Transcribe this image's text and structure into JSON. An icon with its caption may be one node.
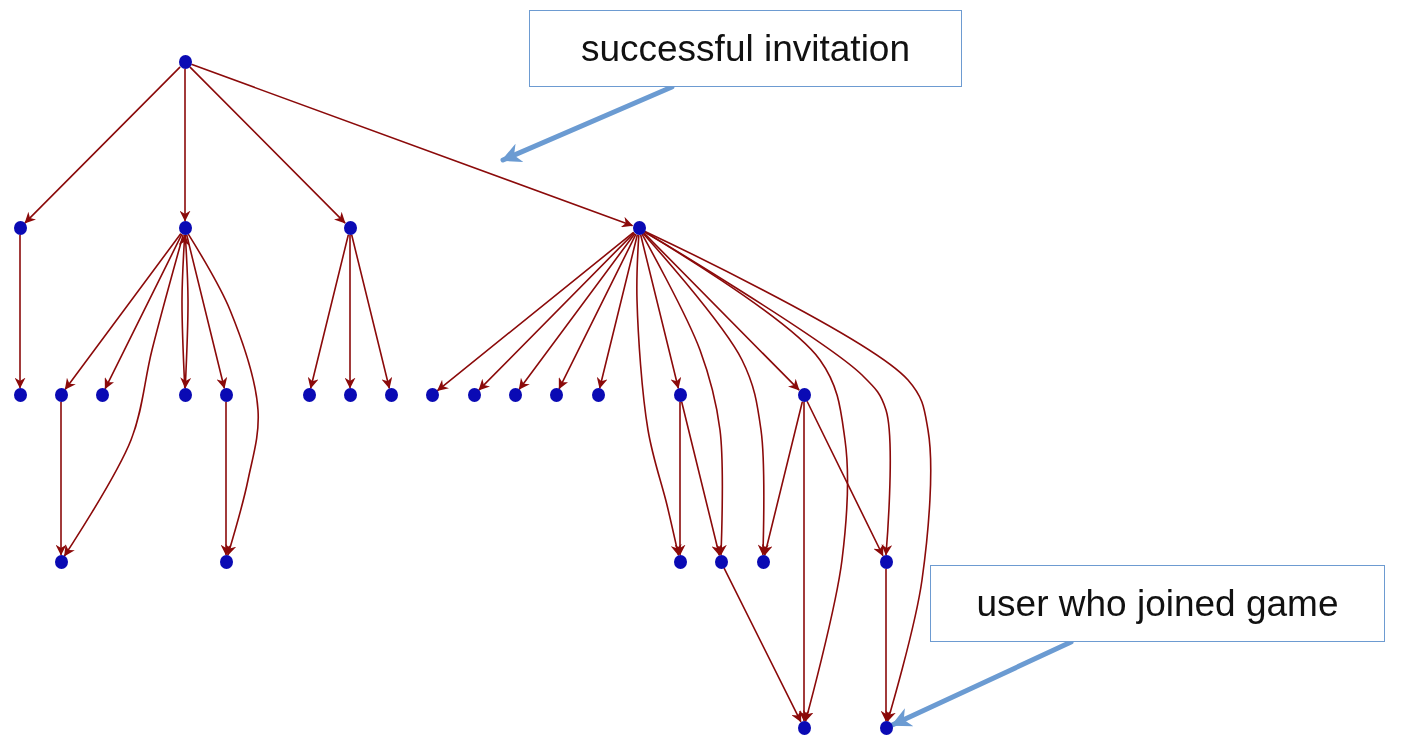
{
  "diagram": {
    "nodes": [
      {
        "text": [],
        "shape": "circle"
      },
      {
        "text": [],
        "shape": "circle"
      },
      {
        "text": [],
        "shape": "circle"
      },
      {
        "text": [],
        "shape": "circle"
      },
      {
        "text": [],
        "shape": "circle"
      },
      {
        "text": [],
        "shape": "circle"
      },
      {
        "text": [],
        "shape": "circle"
      },
      {
        "text": [],
        "shape": "circle"
      },
      {
        "text": [],
        "shape": "circle"
      },
      {
        "text": [],
        "shape": "circle"
      },
      {
        "text": [],
        "shape": "circle"
      },
      {
        "text": [],
        "shape": "circle"
      },
      {
        "text": [],
        "shape": "circle"
      },
      {
        "text": [],
        "shape": "circle"
      },
      {
        "text": [],
        "shape": "circle"
      },
      {
        "text": [],
        "shape": "circle"
      },
      {
        "text": [],
        "shape": "circle"
      },
      {
        "text": [],
        "shape": "circle"
      },
      {
        "text": [],
        "shape": "circle"
      },
      {
        "text": [],
        "shape": "circle"
      },
      {
        "text": [],
        "shape": "circle"
      },
      {
        "text": [],
        "shape": "circle"
      },
      {
        "text": [],
        "shape": "circle"
      },
      {
        "text": [],
        "shape": "circle"
      },
      {
        "text": [],
        "shape": "circle"
      },
      {
        "text": [],
        "shape": "circle"
      },
      {
        "text": [],
        "shape": "circle"
      },
      {
        "text": [],
        "shape": "circle"
      },
      {
        "text": [
          "successful invitation"
        ]
      },
      {
        "text": [
          "user who joined game"
        ]
      }
    ],
    "edges": [
      {
        "from": 0,
        "to": 1,
        "arrow": "to"
      },
      {
        "from": 0,
        "to": 2,
        "arrow": "to"
      },
      {
        "from": 0,
        "to": 3,
        "arrow": "to"
      },
      {
        "from": 0,
        "to": 4,
        "arrow": "to"
      },
      {
        "from": 1,
        "to": 5,
        "arrow": "to"
      },
      {
        "from": 2,
        "to": 6,
        "arrow": "to"
      },
      {
        "from": 2,
        "to": 7,
        "arrow": "to"
      },
      {
        "from": 2,
        "to": 20,
        "arrow": "to"
      },
      {
        "from": 2,
        "to": 8,
        "arrow": "to"
      },
      {
        "from": 8,
        "to": 2,
        "arrow": "to"
      },
      {
        "from": 2,
        "to": 9,
        "arrow": "to"
      },
      {
        "from": 2,
        "to": 21,
        "arrow": "to"
      },
      {
        "from": 6,
        "to": 20,
        "arrow": "to"
      },
      {
        "from": 9,
        "to": 21,
        "arrow": "to"
      },
      {
        "from": 3,
        "to": 10,
        "arrow": "to"
      },
      {
        "from": 3,
        "to": 11,
        "arrow": "to"
      },
      {
        "from": 3,
        "to": 12,
        "arrow": "to"
      },
      {
        "from": 4,
        "to": 13,
        "arrow": "to"
      },
      {
        "from": 4,
        "to": 14,
        "arrow": "to"
      },
      {
        "from": 4,
        "to": 15,
        "arrow": "to"
      },
      {
        "from": 4,
        "to": 16,
        "arrow": "to"
      },
      {
        "from": 4,
        "to": 17,
        "arrow": "to"
      },
      {
        "from": 4,
        "to": 22,
        "arrow": "to"
      },
      {
        "from": 4,
        "to": 18,
        "arrow": "to"
      },
      {
        "from": 4,
        "to": 23,
        "arrow": "to"
      },
      {
        "from": 4,
        "to": 24,
        "arrow": "to"
      },
      {
        "from": 4,
        "to": 19,
        "arrow": "to"
      },
      {
        "from": 4,
        "to": 26,
        "arrow": "to"
      },
      {
        "from": 4,
        "to": 25,
        "arrow": "to"
      },
      {
        "from": 4,
        "to": 27,
        "arrow": "to"
      },
      {
        "from": 18,
        "to": 22,
        "arrow": "to"
      },
      {
        "from": 18,
        "to": 23,
        "arrow": "to"
      },
      {
        "from": 19,
        "to": 24,
        "arrow": "to"
      },
      {
        "from": 19,
        "to": 26,
        "arrow": "to"
      },
      {
        "from": 19,
        "to": 25,
        "arrow": "to"
      },
      {
        "from": 23,
        "to": 26,
        "arrow": "to"
      },
      {
        "from": 25,
        "to": 27,
        "arrow": "to"
      },
      {
        "from": 28,
        "to": null,
        "arrow": "to",
        "style": "thick",
        "color": "#6b9bd2"
      },
      {
        "from": 29,
        "to": 27,
        "arrow": "to",
        "style": "thick",
        "color": "#6b9bd2"
      }
    ]
  }
}
